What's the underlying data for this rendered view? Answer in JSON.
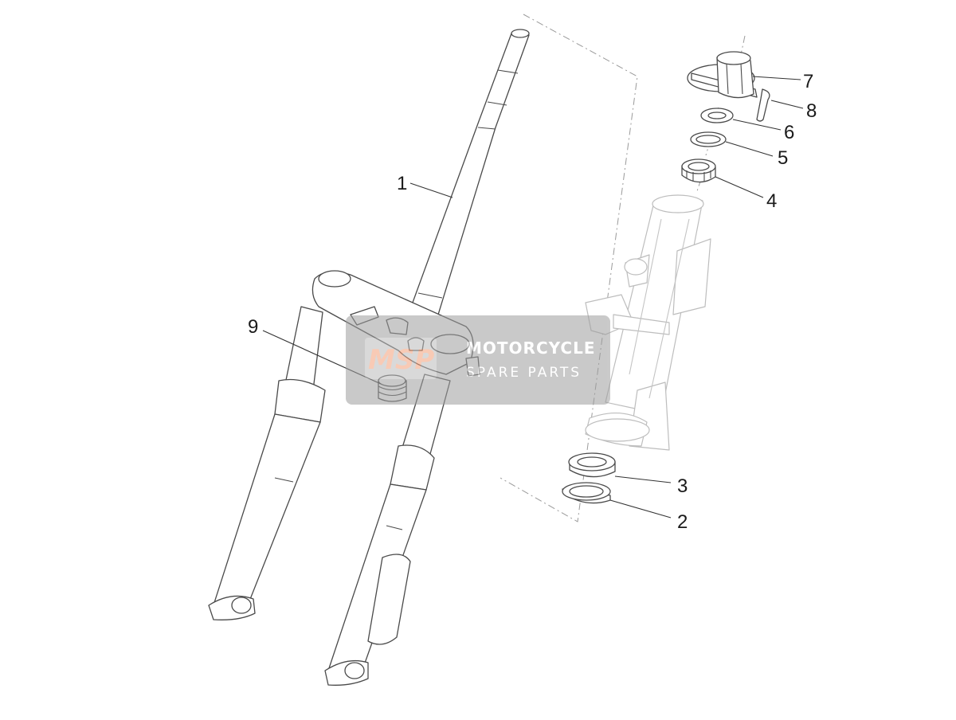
{
  "callouts": [
    {
      "id": "1",
      "label": "1"
    },
    {
      "id": "2",
      "label": "2"
    },
    {
      "id": "3",
      "label": "3"
    },
    {
      "id": "4",
      "label": "4"
    },
    {
      "id": "5",
      "label": "5"
    },
    {
      "id": "6",
      "label": "6"
    },
    {
      "id": "7",
      "label": "7"
    },
    {
      "id": "8",
      "label": "8"
    },
    {
      "id": "9",
      "label": "9"
    }
  ],
  "watermark": {
    "logo": "MSP",
    "line1": "MOTORCYCLE",
    "line2": "SPARE PARTS"
  },
  "colors": {
    "line": "#4a4a4a",
    "ghost_line": "#bdbdbd",
    "watermark_bg": "#9e9e9e",
    "watermark_logo": "#f3a07a"
  }
}
